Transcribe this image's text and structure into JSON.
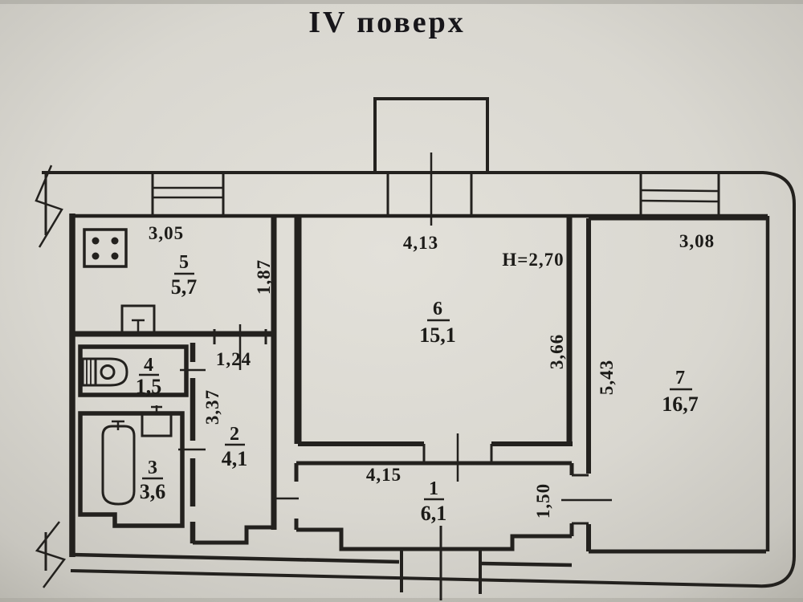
{
  "photo": {
    "title": "IV поверх",
    "paper_color": "#dcdad3",
    "line_color": "#23211e"
  },
  "plan": {
    "floor_label": "IV поверх",
    "ceiling_height": "H=2,70",
    "rooms": {
      "r1": {
        "number": "1",
        "area": "6,1"
      },
      "r2": {
        "number": "2",
        "area": "4,1"
      },
      "r3": {
        "number": "3",
        "area": "3,6"
      },
      "r4": {
        "number": "4",
        "area": "1,5"
      },
      "r5": {
        "number": "5",
        "area": "5,7"
      },
      "r6": {
        "number": "6",
        "area": "15,1"
      },
      "r7": {
        "number": "7",
        "area": "16,7"
      }
    },
    "dimensions": {
      "room5_width": "3,05",
      "room5_depth": "1,87",
      "room6_width": "4,13",
      "room6_depth": "3,66",
      "room7_width": "3,08",
      "room7_depth": "5,43",
      "room2_door": "1,24",
      "room2_depth": "3,37",
      "room1_width": "4,15",
      "room1_side": "1,50"
    },
    "fixtures": [
      "stove",
      "kitchen-sink",
      "toilet",
      "bathtub",
      "washbasin"
    ]
  }
}
